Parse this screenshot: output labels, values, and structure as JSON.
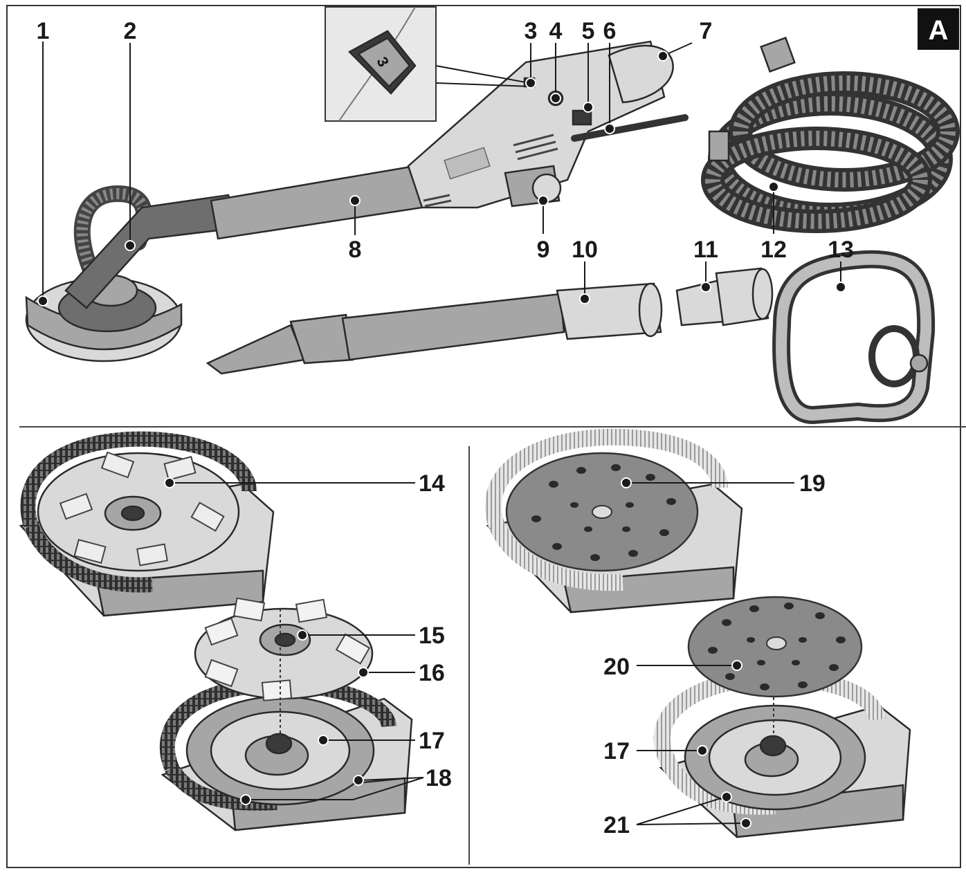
{
  "figure_label": "A",
  "callouts": [
    {
      "id": "c1",
      "label": "1"
    },
    {
      "id": "c2",
      "label": "2"
    },
    {
      "id": "c3",
      "label": "3"
    },
    {
      "id": "c4",
      "label": "4"
    },
    {
      "id": "c5",
      "label": "5"
    },
    {
      "id": "c6",
      "label": "6"
    },
    {
      "id": "c7",
      "label": "7"
    },
    {
      "id": "c8",
      "label": "8"
    },
    {
      "id": "c9",
      "label": "9"
    },
    {
      "id": "c10",
      "label": "10"
    },
    {
      "id": "c11",
      "label": "11"
    },
    {
      "id": "c12",
      "label": "12"
    },
    {
      "id": "c13",
      "label": "13"
    },
    {
      "id": "c14",
      "label": "14"
    },
    {
      "id": "c15",
      "label": "15"
    },
    {
      "id": "c16",
      "label": "16"
    },
    {
      "id": "c17a",
      "label": "17"
    },
    {
      "id": "c18",
      "label": "18"
    },
    {
      "id": "c19",
      "label": "19"
    },
    {
      "id": "c20",
      "label": "20"
    },
    {
      "id": "c17b",
      "label": "17"
    },
    {
      "id": "c21",
      "label": "21"
    }
  ],
  "inset_dial_label": "3"
}
